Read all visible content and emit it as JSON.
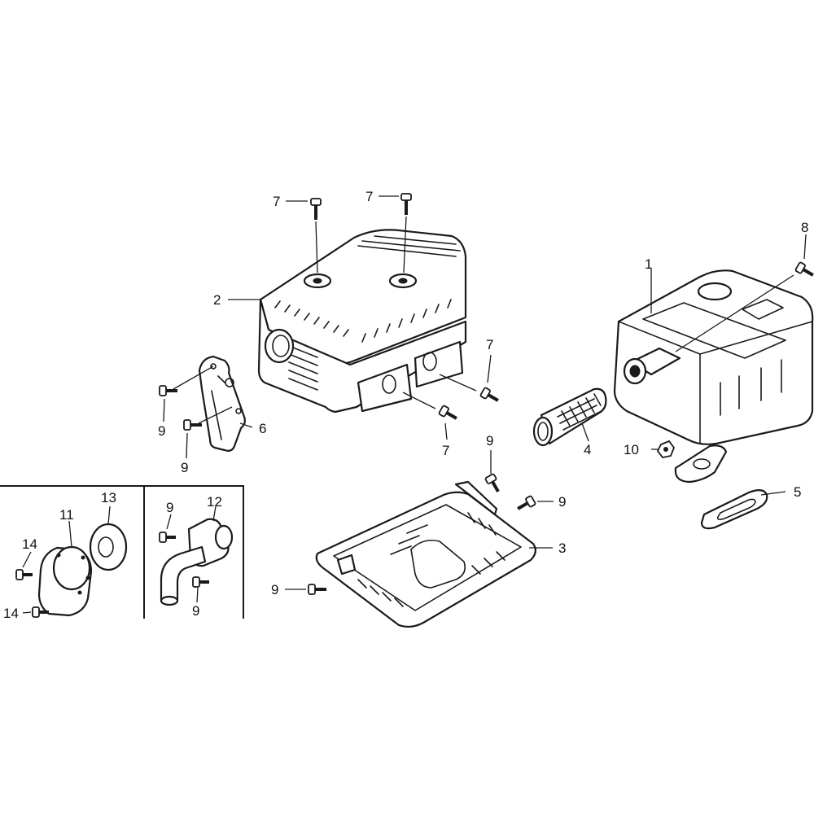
{
  "diagram": {
    "callouts": {
      "p1": "1",
      "p2": "2",
      "p3": "3",
      "p4": "4",
      "p5": "5",
      "p6": "6",
      "p7a": "7",
      "p7b": "7",
      "p7c": "7",
      "p7d": "7",
      "p8": "8",
      "p9a": "9",
      "p9b": "9",
      "p9c": "9",
      "p9d": "9",
      "p9e": "9",
      "p9f": "9",
      "p9g": "9",
      "p10": "10",
      "p11": "11",
      "p12": "12",
      "p13": "13",
      "p14a": "14",
      "p14b": "14"
    }
  }
}
